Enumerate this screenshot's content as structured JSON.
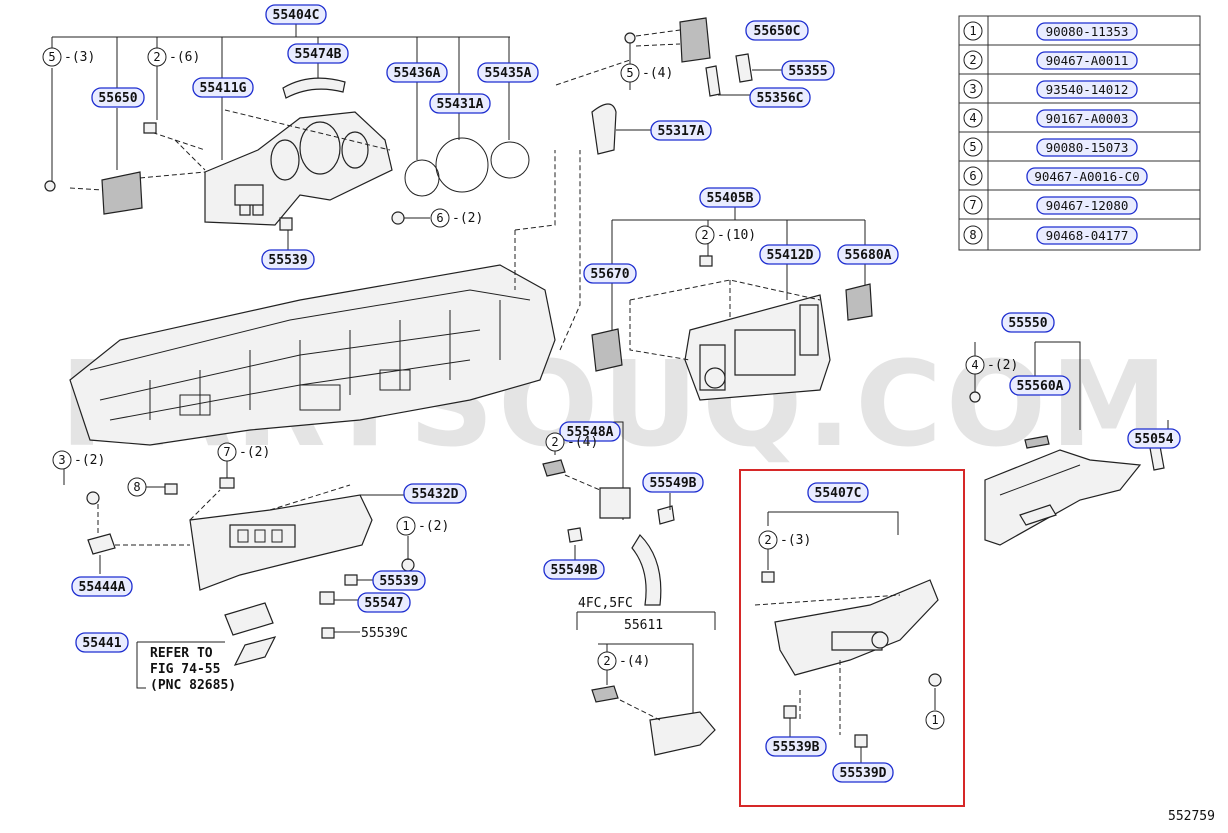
{
  "part_labels": [
    "55404C",
    "55474B",
    "55650",
    "55411G",
    "55436A",
    "55431A",
    "55435A",
    "55539",
    "55650C",
    "55355",
    "55356C",
    "55317A",
    "55405B",
    "55670",
    "55412D",
    "55680A",
    "55550",
    "55560A",
    "55054",
    "55548A",
    "55549B",
    "55549B",
    "55432D",
    "55444A",
    "55539",
    "55547",
    "55539C",
    "55441",
    "55407C",
    "55539B",
    "55539D"
  ],
  "refs": [
    {
      "num": "5",
      "qty": "-(3)"
    },
    {
      "num": "2",
      "qty": "-(6)"
    },
    {
      "num": "5",
      "qty": "-(4)"
    },
    {
      "num": "6",
      "qty": "-(2)"
    },
    {
      "num": "2",
      "qty": "-(10)"
    },
    {
      "num": "4",
      "qty": "-(2)"
    },
    {
      "num": "3",
      "qty": "-(2)"
    },
    {
      "num": "7",
      "qty": "-(2)"
    },
    {
      "num": "8",
      "qty": ""
    },
    {
      "num": "2",
      "qty": "-(4)"
    },
    {
      "num": "1",
      "qty": "-(2)"
    },
    {
      "num": "2",
      "qty": "-(4)"
    },
    {
      "num": "2",
      "qty": "-(3)"
    },
    {
      "num": "1",
      "qty": ""
    }
  ],
  "table": [
    {
      "no": "1",
      "part": "90080-11353"
    },
    {
      "no": "2",
      "part": "90467-A0011"
    },
    {
      "no": "3",
      "part": "93540-14012"
    },
    {
      "no": "4",
      "part": "90167-A0003"
    },
    {
      "no": "5",
      "part": "90080-15073"
    },
    {
      "no": "6",
      "part": "90467-A0016-C0"
    },
    {
      "no": "7",
      "part": "90467-12080"
    },
    {
      "no": "8",
      "part": "90468-04177"
    }
  ],
  "text": {
    "refer_line1": "REFER TO",
    "refer_line2": "FIG 74-55",
    "refer_line3": "(PNC 82685)",
    "variant": "4FC,5FC",
    "variant_part": "55611",
    "watermark": "PARTSOUQ.COM",
    "figure_id": "552759"
  },
  "colors": {
    "label_border": "#1f2fd0",
    "highlight": "#d62828"
  }
}
